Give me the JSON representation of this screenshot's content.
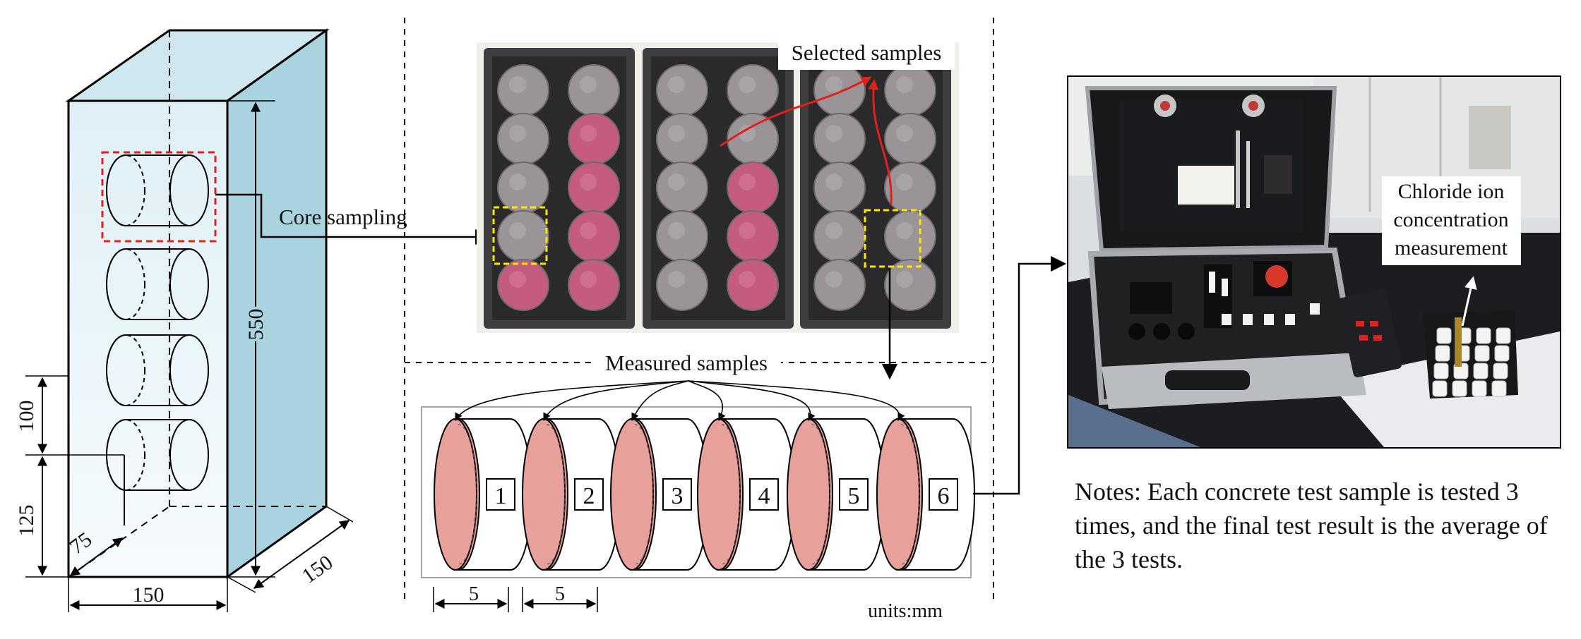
{
  "labels": {
    "core_sampling": "Core sampling",
    "selected_samples": "Selected samples",
    "measured_samples": "Measured samples",
    "chloride_line1": "Chloride ion",
    "chloride_line2": "concentration",
    "chloride_line3": "measurement",
    "units": "units:mm"
  },
  "dimensions": {
    "height": "550",
    "width_front": "150",
    "depth": "150",
    "spacing": "100",
    "bottom_offset": "125",
    "side_offset": "75",
    "slice_thickness_1": "5",
    "slice_thickness_2": "5"
  },
  "slices": [
    "1",
    "2",
    "3",
    "4",
    "5",
    "6"
  ],
  "tray_cores": [
    [
      [
        "grey",
        "grey"
      ],
      [
        "grey",
        "pink"
      ],
      [
        "grey",
        "pink"
      ],
      [
        "grey",
        "pink"
      ],
      [
        "pink",
        "pink"
      ]
    ],
    [
      [
        "grey",
        "grey"
      ],
      [
        "grey",
        "grey"
      ],
      [
        "grey",
        "pink"
      ],
      [
        "grey",
        "pink"
      ],
      [
        "grey",
        "pink"
      ]
    ],
    [
      [
        "grey",
        "grey"
      ],
      [
        "grey",
        "grey"
      ],
      [
        "grey",
        "grey"
      ],
      [
        "grey",
        "grey"
      ],
      [
        "grey",
        "grey"
      ]
    ]
  ],
  "notes": "Notes: Each concrete test sample is tested 3 times, and the final test result is the average of the 3 tests.",
  "colors": {
    "prism_front": "#eaf5fa",
    "prism_side": "#a9d3df",
    "prism_top": "#cfe8f0",
    "slice_face": "#e8a09a",
    "core_grey": "#9a9498",
    "core_pink": "#c45c80",
    "highlight_red": "#e0201b",
    "highlight_yellow": "#ffe600"
  }
}
